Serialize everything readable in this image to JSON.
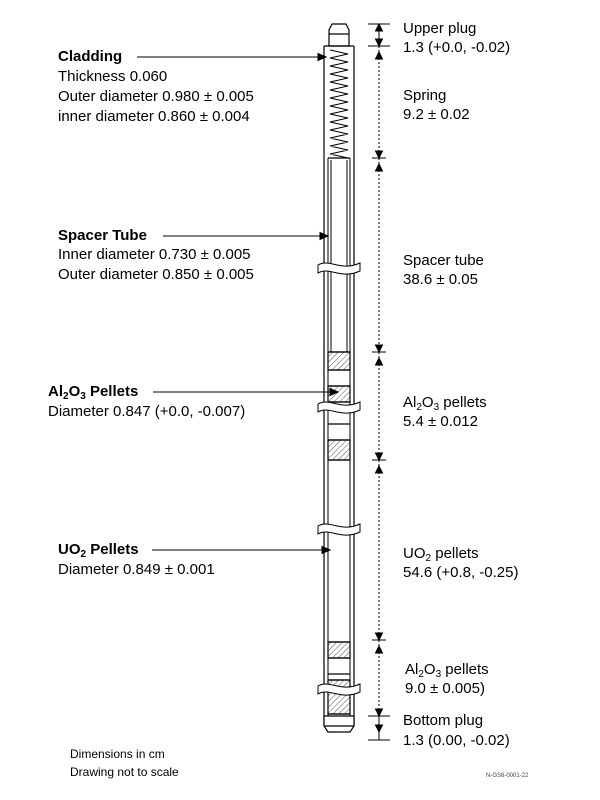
{
  "left_labels": {
    "cladding": {
      "title": "Cladding",
      "thickness": "Thickness 0.060",
      "outer_diameter": "Outer diameter 0.980 ± 0.005",
      "inner_diameter": "inner diameter 0.860 ± 0.004"
    },
    "spacer_tube": {
      "title": "Spacer Tube",
      "inner_diameter": "Inner diameter 0.730 ± 0.005",
      "outer_diameter": "Outer diameter 0.850 ± 0.005"
    },
    "al2o3_pellets": {
      "title_a": "Al",
      "title_sub1": "2",
      "title_b": "O",
      "title_sub2": "3",
      "title_c": " Pellets",
      "diameter": "Diameter 0.847 (+0.0, -0.007)"
    },
    "uo2_pellets": {
      "title_a": "UO",
      "title_sub": "2",
      "title_b": " Pellets",
      "diameter": "Diameter 0.849 ± 0.001"
    }
  },
  "right_labels": {
    "upper_plug": {
      "name": "Upper plug",
      "value": "1.3 (+0.0, -0.02)"
    },
    "spring": {
      "name": "Spring",
      "value": "9.2 ± 0.02"
    },
    "spacer_tube": {
      "name": "Spacer tube",
      "value": "38.6 ± 0.05"
    },
    "al2o3_upper": {
      "name_a": "Al",
      "sub1": "2",
      "name_b": "O",
      "sub2": "3",
      "name_c": " pellets",
      "value": "5.4 ± 0.012"
    },
    "uo2": {
      "name_a": "UO",
      "sub": "2",
      "name_b": " pellets",
      "value": "54.6 (+0.8, -0.25)"
    },
    "al2o3_lower": {
      "name_a": "Al",
      "sub1": "2",
      "name_b": "O",
      "sub2": "3",
      "name_c": " pellets",
      "value": "9.0 ± 0.005)"
    },
    "bottom_plug": {
      "name": "Bottom plug",
      "value": "1.3 (0.00, -0.02)"
    }
  },
  "notes": {
    "line1": "Dimensions in cm",
    "line2": "Drawing not to scale",
    "figure_id": "N-GS6-0001-22"
  }
}
